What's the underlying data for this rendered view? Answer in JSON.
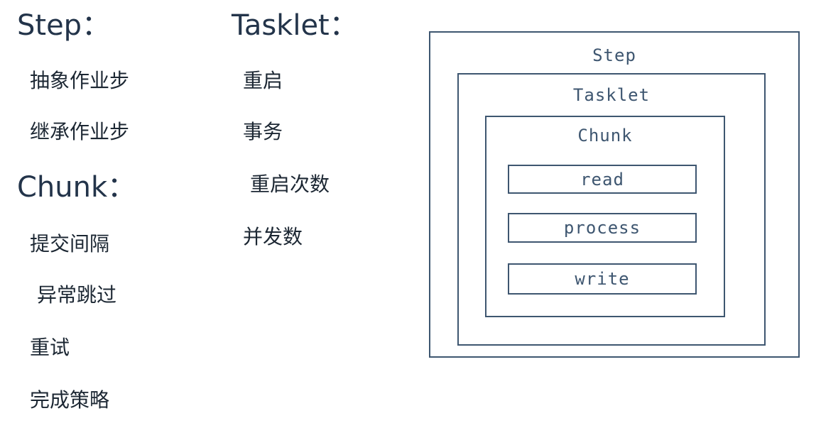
{
  "left_column": {
    "step": {
      "heading": "Step：",
      "items": [
        "抽象作业步",
        "继承作业步"
      ]
    },
    "chunk": {
      "heading": "Chunk：",
      "items": [
        "提交间隔",
        "异常跳过",
        "重试",
        "完成策略"
      ]
    }
  },
  "middle_column": {
    "tasklet": {
      "heading": "Tasklet：",
      "items": [
        "重启",
        "事务",
        "重启次数",
        "并发数"
      ]
    }
  },
  "diagram": {
    "outer_label": "Step",
    "middle_label": "Tasklet",
    "inner_label": "Chunk",
    "operations": [
      "read",
      "process",
      "write"
    ],
    "colors": {
      "border": "#3e5670",
      "heading": "#23344a"
    }
  }
}
